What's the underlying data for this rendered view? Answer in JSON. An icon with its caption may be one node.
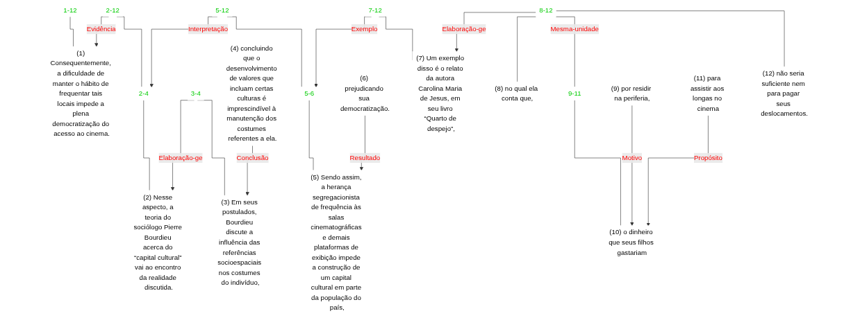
{
  "diagram": {
    "nodes": [
      {
        "text": [
          "1-12"
        ]
      },
      {
        "text": [
          "(1) Consequentemente, a dificuldade de manter o hábito de frequentar tais locais impede a plena democratização do acesso ao cinema."
        ]
      },
      {
        "text": [
          "2-12"
        ]
      },
      {
        "text": [
          "2-4"
        ]
      },
      {
        "text": [
          "(2) Nesse aspecto, a teoria do sociólogo Pierre Bourdieu acerca do “capital cultural” vai ao encontro da realidade discutida."
        ]
      },
      {
        "text": [
          "3-4"
        ]
      },
      {
        "text": [
          "(3) Em seus postulados, Bourdieu discute a influência das referências socioespaciais nos costumes do indivíduo,"
        ]
      },
      {
        "text": [
          "(4) concluindo que o desenvolvimento de valores que incluam certas culturas é imprescindível à manutenção dos costumes referentes a ela."
        ]
      },
      {
        "text": [
          "5-12"
        ]
      },
      {
        "text": [
          "5-6"
        ]
      },
      {
        "text": [
          "(5) Sendo assim, a herança segregacionista de frequência às salas cinematográficas e demais plataformas de exibição impede a construção de um capital cultural em parte da população do país,"
        ]
      },
      {
        "text": [
          "(6) prejudicando sua democratização."
        ]
      },
      {
        "text": [
          "7-12"
        ]
      },
      {
        "text": [
          "(7) Um exemplo disso é o relato da autora Carolina Maria de Jesus, em seu livro “Quarto de despejo”,"
        ]
      },
      {
        "text": [
          "8-12"
        ]
      },
      {
        "text": [
          "(8) no qual ela conta que,"
        ]
      },
      {
        "text": [
          "9-11"
        ]
      },
      {
        "text": [
          "(9) por residir na periferia,"
        ]
      },
      {
        "text": [
          "(10) o dinheiro que seus filhos gastariam"
        ]
      },
      {
        "text": [
          "(11) para assistir aos longas no cinema"
        ]
      },
      {
        "text": [
          "(12) não seria suficiente nem para pagar seus deslocamentos."
        ]
      }
    ],
    "edges": [
      {
        "from": 0,
        "to": 1,
        "arrow": "none"
      },
      {
        "from": 2,
        "to": 1,
        "arrow": "to",
        "label": "Evidência"
      },
      {
        "from": 2,
        "to": 3,
        "arrow": "none"
      },
      {
        "from": 8,
        "to": 3,
        "arrow": "to",
        "label": "Interpretação"
      },
      {
        "from": 3,
        "to": 4,
        "arrow": "none"
      },
      {
        "from": 5,
        "to": 4,
        "arrow": "to",
        "label": "Elaboração-ge"
      },
      {
        "from": 5,
        "to": 6,
        "arrow": "none"
      },
      {
        "from": 7,
        "to": 6,
        "arrow": "to",
        "label": "Conclusão"
      },
      {
        "from": 8,
        "to": 9,
        "arrow": "none"
      },
      {
        "from": 12,
        "to": 9,
        "arrow": "to",
        "label": "Exemplo"
      },
      {
        "from": 9,
        "to": 10,
        "arrow": "none"
      },
      {
        "from": 11,
        "to": 10,
        "arrow": "to",
        "label": "Resultado"
      },
      {
        "from": 12,
        "to": 13,
        "arrow": "none"
      },
      {
        "from": 14,
        "to": 13,
        "arrow": "to",
        "label": "Elaboração-ge"
      },
      {
        "from": 14,
        "to": 15,
        "arrow": "none"
      },
      {
        "from": 14,
        "to": 16,
        "arrow": "none",
        "label": "Mesma-unidade"
      },
      {
        "from": 14,
        "to": 20,
        "arrow": "none"
      },
      {
        "from": 16,
        "to": 18,
        "arrow": "none"
      },
      {
        "from": 17,
        "to": 18,
        "arrow": "to",
        "label": "Motivo"
      },
      {
        "from": 19,
        "to": 18,
        "arrow": "to",
        "label": "Propósito"
      }
    ]
  }
}
